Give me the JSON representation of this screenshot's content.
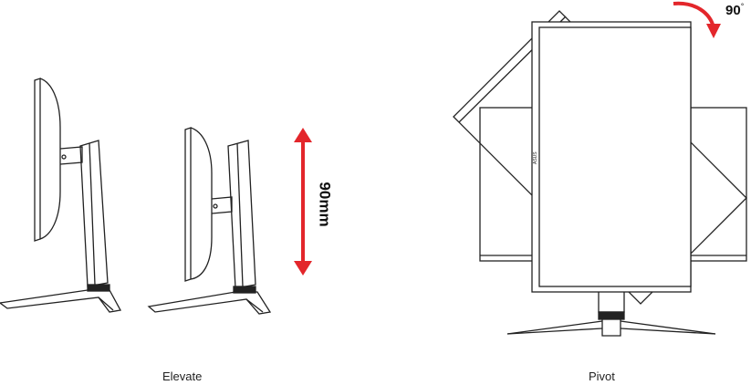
{
  "elevate": {
    "caption": "Elevate",
    "range_label": "90mm"
  },
  "pivot": {
    "caption": "Pivot",
    "angle_label": "90",
    "degree_symbol": "°"
  },
  "colors": {
    "accent": "#e3262b",
    "line": "#222222"
  }
}
